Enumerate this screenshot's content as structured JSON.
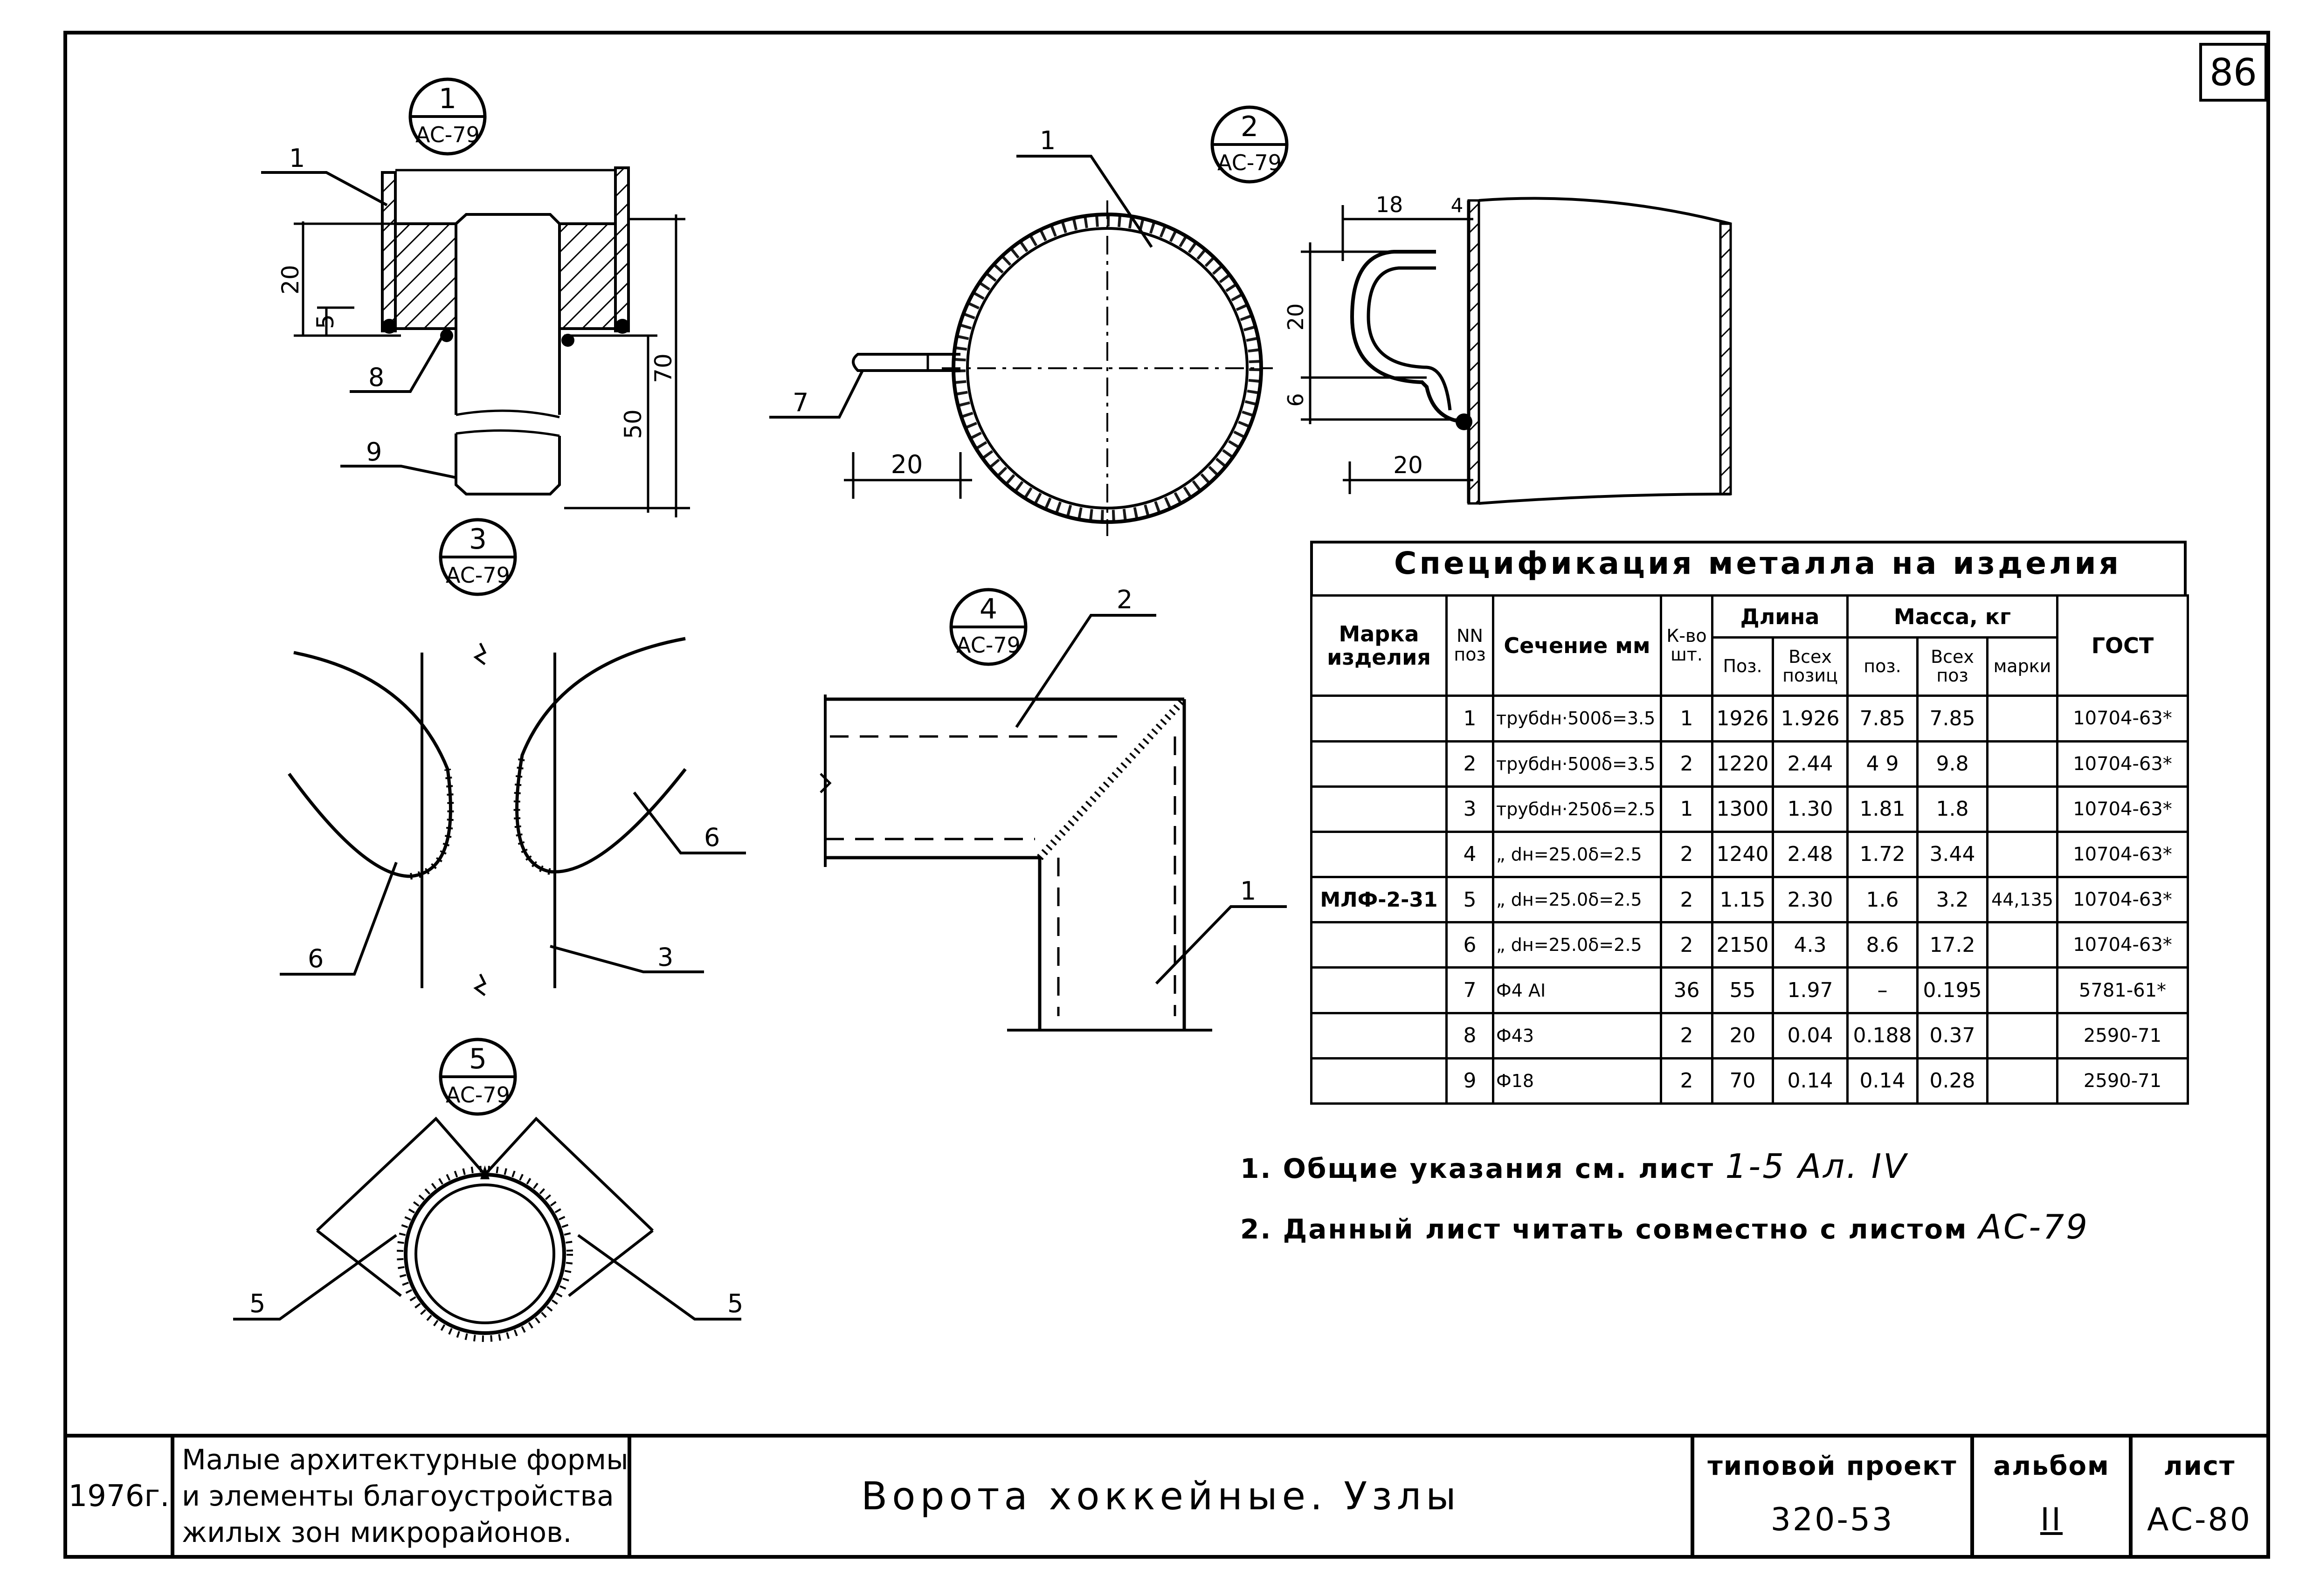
{
  "sheet_number": "86",
  "callouts": [
    {
      "num": "1",
      "ref": "AC-79"
    },
    {
      "num": "2",
      "ref": "AC-79"
    },
    {
      "num": "3",
      "ref": "AC-79"
    },
    {
      "num": "4",
      "ref": "AC-79"
    },
    {
      "num": "5",
      "ref": "AC-79"
    }
  ],
  "dimensions": {
    "d1_20": "20",
    "d1_5": "5",
    "d1_50": "50",
    "d1_70": "70",
    "d2_20": "20",
    "d3_18": "18",
    "d3_4": "4",
    "d3_20v": "20",
    "d3_6": "6",
    "d3_20h": "20"
  },
  "position_labels": {
    "p1": "1",
    "p8": "8",
    "p9": "9",
    "p1b": "1",
    "p7": "7",
    "p6a": "6",
    "p6b": "6",
    "p3": "3",
    "p2": "2",
    "p1c": "1",
    "p5a": "5",
    "p5b": "5"
  },
  "spec_table": {
    "title": "Спецификация металла на изделия",
    "headers": {
      "mark": "Марка изделия",
      "nn": "NN поз",
      "section": "Сечение мм",
      "qty": "К-во шт.",
      "length": "Длина",
      "len_pos": "Поз.",
      "len_all": "Всех позиц",
      "mass": "Масса, кг",
      "mass_pos": "поз.",
      "mass_all": "Всех поз",
      "mass_mark": "марки",
      "gost": "ГОСТ"
    },
    "mark_value": "МЛФ-2-31",
    "mark_total": "44,135",
    "rows": [
      {
        "nn": "1",
        "section": "трубdн·500δ=3.5",
        "qty": "1",
        "len_pos": "1926",
        "len_all": "1.926",
        "mass_pos": "7.85",
        "mass_all": "7.85",
        "gost": "10704-63*"
      },
      {
        "nn": "2",
        "section": "трубdн·500δ=3.5",
        "qty": "2",
        "len_pos": "1220",
        "len_all": "2.44",
        "mass_pos": "4 9",
        "mass_all": "9.8",
        "gost": "10704-63*"
      },
      {
        "nn": "3",
        "section": "трубdн·250δ=2.5",
        "qty": "1",
        "len_pos": "1300",
        "len_all": "1.30",
        "mass_pos": "1.81",
        "mass_all": "1.8",
        "gost": "10704-63*"
      },
      {
        "nn": "4",
        "section": "„ dн=25.0δ=2.5",
        "qty": "2",
        "len_pos": "1240",
        "len_all": "2.48",
        "mass_pos": "1.72",
        "mass_all": "3.44",
        "gost": "10704-63*"
      },
      {
        "nn": "5",
        "section": "„ dн=25.0δ=2.5",
        "qty": "2",
        "len_pos": "1.15",
        "len_all": "2.30",
        "mass_pos": "1.6",
        "mass_all": "3.2",
        "gost": "10704-63*"
      },
      {
        "nn": "6",
        "section": "„ dн=25.0δ=2.5",
        "qty": "2",
        "len_pos": "2150",
        "len_all": "4.3",
        "mass_pos": "8.6",
        "mass_all": "17.2",
        "gost": "10704-63*"
      },
      {
        "nn": "7",
        "section": "Ф4 АI",
        "qty": "36",
        "len_pos": "55",
        "len_all": "1.97",
        "mass_pos": "–",
        "mass_all": "0.195",
        "gost": "5781-61*"
      },
      {
        "nn": "8",
        "section": "Ф43",
        "qty": "2",
        "len_pos": "20",
        "len_all": "0.04",
        "mass_pos": "0.188",
        "mass_all": "0.37",
        "gost": "2590-71"
      },
      {
        "nn": "9",
        "section": "Ф18",
        "qty": "2",
        "len_pos": "70",
        "len_all": "0.14",
        "mass_pos": "0.14",
        "mass_all": "0.28",
        "gost": "2590-71"
      }
    ]
  },
  "notes": [
    {
      "text": "1. Общие указания см. лист",
      "hand": "1-5 Ал. IV"
    },
    {
      "text": "2. Данный лист читать совместно с листом",
      "hand": "АС-79"
    }
  ],
  "title_block": {
    "year": "1976г.",
    "org_line1": "Малые архитектурные формы",
    "org_line2": "и элементы благоустройства",
    "org_line3": "жилых зон микрорайонов.",
    "title": "Ворота хоккейные. Узлы",
    "project_label": "типовой проект",
    "project_value": "320-53",
    "album_label": "альбом",
    "album_value": "II",
    "sheet_label": "лист",
    "sheet_value": "АС-80"
  }
}
